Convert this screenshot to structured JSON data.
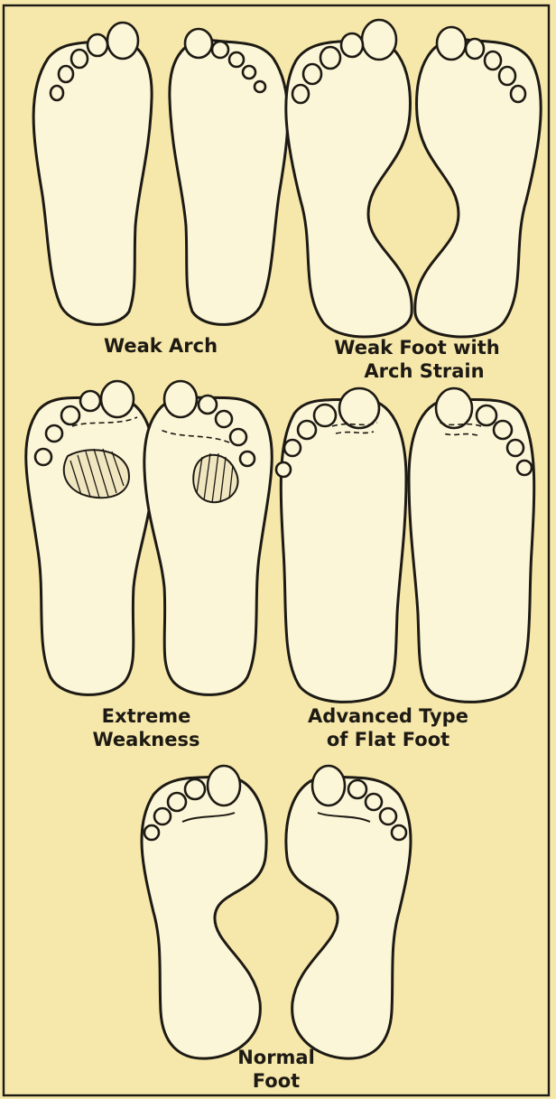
{
  "panels": [
    {
      "id": "weak-arch",
      "lines": [
        "Weak Arch"
      ]
    },
    {
      "id": "weak-foot-arch-strain",
      "lines": [
        "Weak Foot with",
        "Arch Strain"
      ]
    },
    {
      "id": "extreme-weakness",
      "lines": [
        "Extreme",
        "Weakness"
      ]
    },
    {
      "id": "advanced-flat-foot",
      "lines": [
        "Advanced Type",
        "of Flat Foot"
      ]
    },
    {
      "id": "normal-foot",
      "lines": [
        "Normal",
        "Foot"
      ]
    }
  ],
  "colors": {
    "paper": "#f6e7aa",
    "ink": "#1d1a14",
    "sole": "#fcf6d8"
  }
}
